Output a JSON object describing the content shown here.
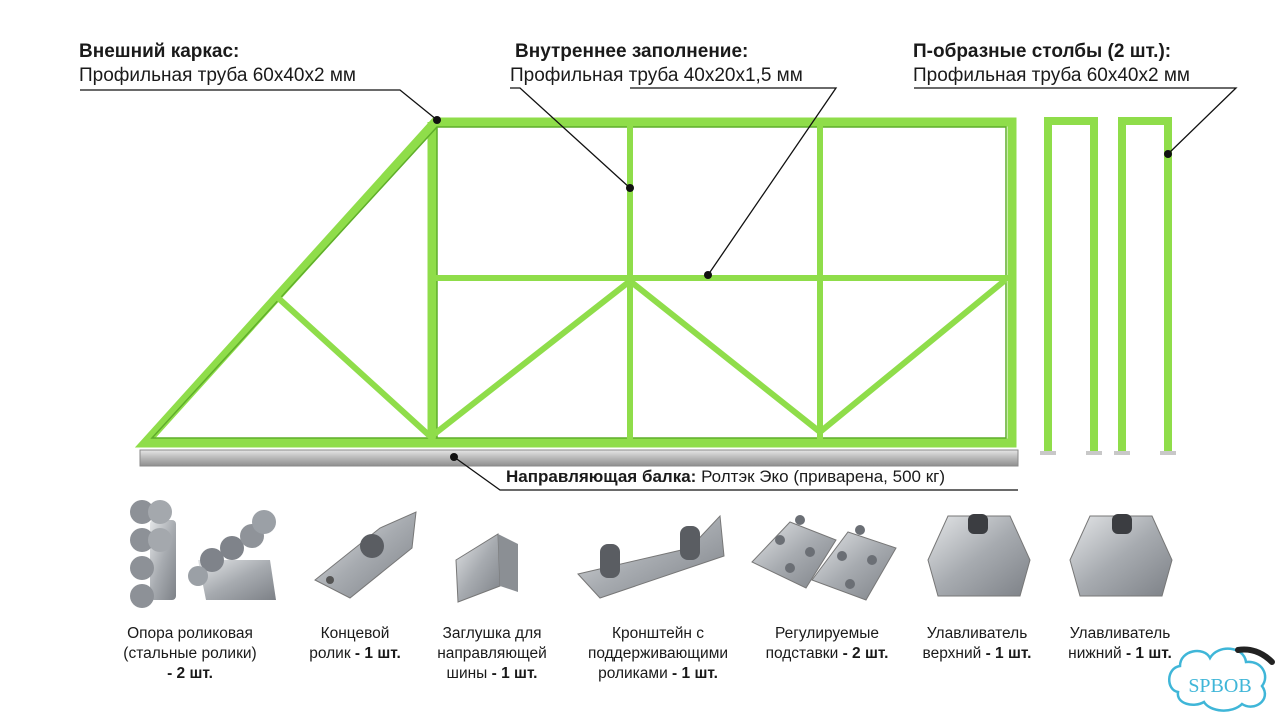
{
  "callouts": {
    "frame": {
      "title": "Внешний каркас:",
      "sub": "Профильная труба 60х40х2 мм"
    },
    "infill": {
      "title": "Внутреннее заполнение:",
      "sub": "Профильная труба 40х20х1,5 мм"
    },
    "posts": {
      "title": "П-образные столбы (2 шт.):",
      "sub": "Профильная труба 60х40х2 мм"
    }
  },
  "rail": {
    "title": "Направляющая балка:",
    "text": "Ролтэк Эко (приварена, 500 кг)"
  },
  "parts": [
    {
      "line1": "Опора роликовая",
      "line2": "(стальные ролики)",
      "line3": "",
      "qty": "- 2 шт."
    },
    {
      "line1": "Концевой",
      "line2": "ролик ",
      "line3": "",
      "qty": "- 1 шт."
    },
    {
      "line1": "Заглушка для",
      "line2": "направляющей",
      "line3": "шины ",
      "qty": "- 1 шт."
    },
    {
      "line1": "Кронштейн с",
      "line2": "поддерживающими",
      "line3": "роликами ",
      "qty": "- 1 шт."
    },
    {
      "line1": "Регулируемые",
      "line2": "подставки ",
      "line3": "",
      "qty": "- 2 шт."
    },
    {
      "line1": "Улавливатель",
      "line2": "верхний ",
      "line3": "",
      "qty": "- 1 шт."
    },
    {
      "line1": "Улавливатель",
      "line2": "нижний ",
      "line3": "",
      "qty": "- 1 шт."
    }
  ],
  "logo": {
    "text": "SPBOB"
  },
  "colors": {
    "frame_green": "#8fdd4a",
    "frame_dark": "#5fae2a",
    "rail_gray": "#c6c6c6",
    "metal": "#b9bcc0",
    "logo_blue": "#3fb6d8"
  }
}
